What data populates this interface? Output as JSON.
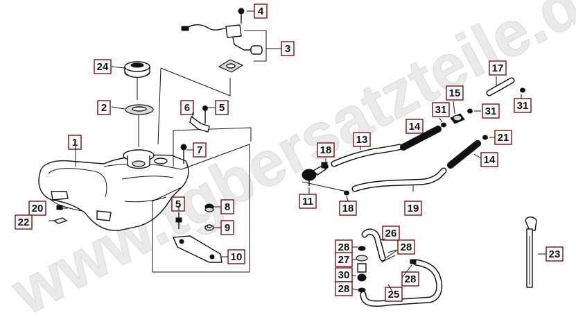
{
  "watermark": "www.tgbersatzteile.de",
  "part_labels": [
    "1",
    "2",
    "3",
    "4",
    "5",
    "6",
    "7",
    "8",
    "9",
    "10",
    "11",
    "13",
    "14",
    "15",
    "17",
    "18",
    "19",
    "20",
    "21",
    "22",
    "23",
    "24",
    "25",
    "26",
    "27",
    "28",
    "30",
    "31"
  ]
}
